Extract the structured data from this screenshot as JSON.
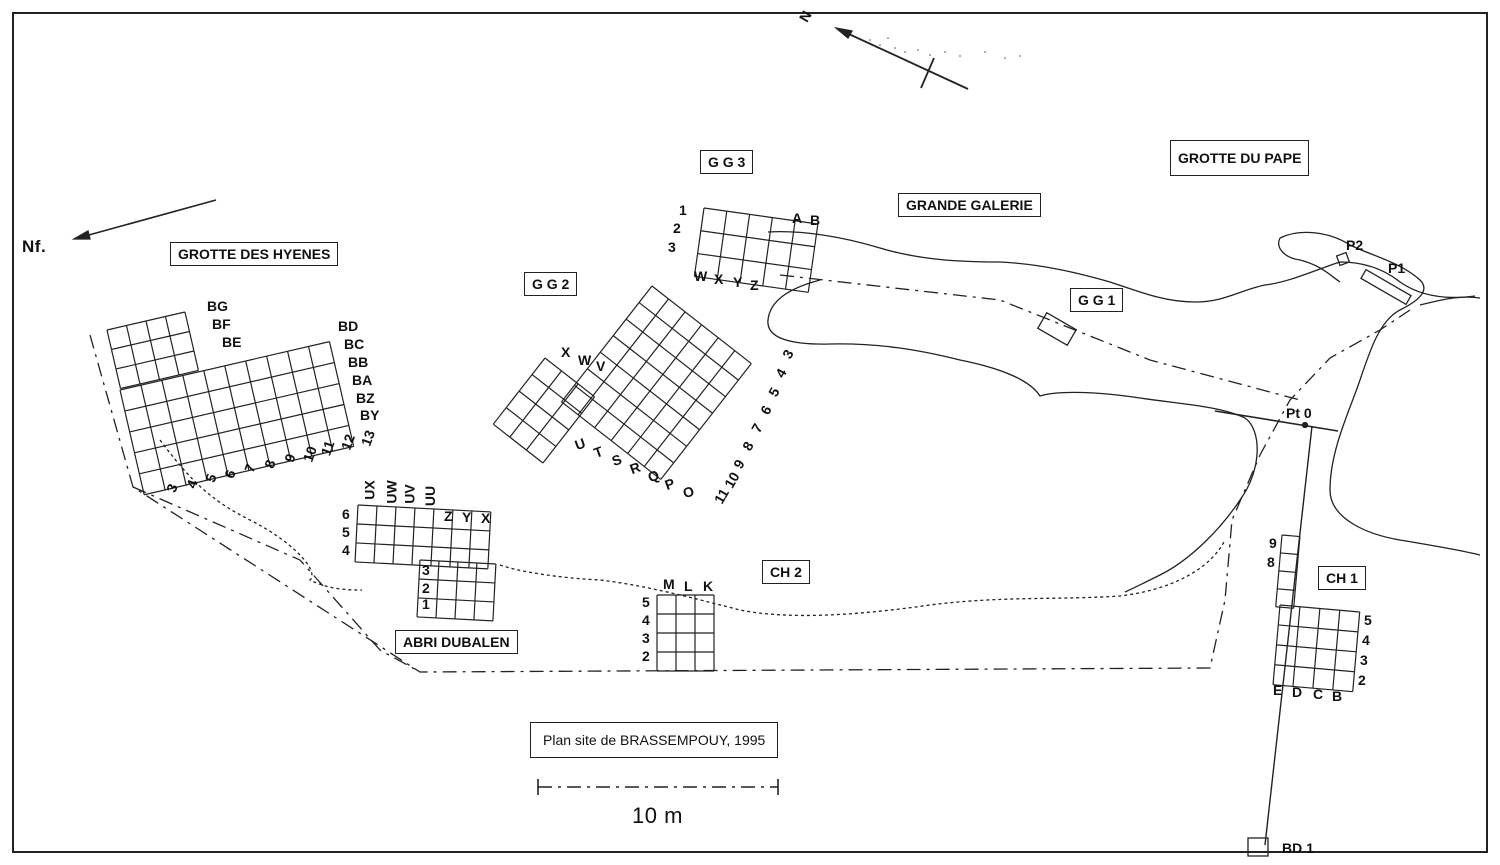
{
  "north_labels": {
    "magnetic": "N",
    "map_north": "Nf."
  },
  "zones": {
    "grotte_des_hyenes": "GROTTE DES HYENES",
    "gg3": "G G 3",
    "gg2": "G G 2",
    "gg1": "G G 1",
    "grande_galerie": "GRANDE GALERIE",
    "grotte_du_pape": "GROTTE DU PAPE",
    "ch2": "CH 2",
    "ch1": "CH 1",
    "abri_dubalen": "ABRI DUBALEN"
  },
  "title": "Plan site de BRASSEMPOUY, 1995",
  "scale_bar": {
    "label": "10 m"
  },
  "points": {
    "pt0": "Pt 0",
    "bd1": "BD 1",
    "p1": "P1",
    "p2": "P2"
  },
  "grid_labels": {
    "hyenes_rows": [
      "BG",
      "BF",
      "BE",
      "BD",
      "BC",
      "BB",
      "BA",
      "BZ",
      "BY"
    ],
    "hyenes_cols": [
      "3",
      "4",
      "5",
      "6",
      "7",
      "8",
      "9",
      "10",
      "11",
      "12",
      "13"
    ],
    "gg3_rows": [
      "1",
      "2",
      "3"
    ],
    "gg3_cols_top": [
      "A",
      "B"
    ],
    "gg3_cols_bottom": [
      "W",
      "X",
      "Y",
      "Z"
    ],
    "gg2_top": [
      "X",
      "W",
      "V"
    ],
    "gg2_right": [
      "3",
      "4",
      "5",
      "6",
      "7",
      "8",
      "9",
      "10",
      "11"
    ],
    "gg2_bottom": [
      "U",
      "T",
      "S",
      "R",
      "Q",
      "P",
      "O"
    ],
    "dubalen_top": [
      "UX",
      "UW",
      "UV",
      "UU",
      "Z",
      "Y",
      "X"
    ],
    "dubalen_left": [
      "6",
      "5",
      "4",
      "3",
      "2",
      "1"
    ],
    "ch2_cols": [
      "M",
      "L",
      "K"
    ],
    "ch2_rows": [
      "5",
      "4",
      "3",
      "2"
    ],
    "ch1_rows_left": [
      "9",
      "8"
    ],
    "ch1_rows_right": [
      "5",
      "4",
      "3",
      "2"
    ],
    "ch1_cols": [
      "E",
      "D",
      "C",
      "B"
    ]
  }
}
